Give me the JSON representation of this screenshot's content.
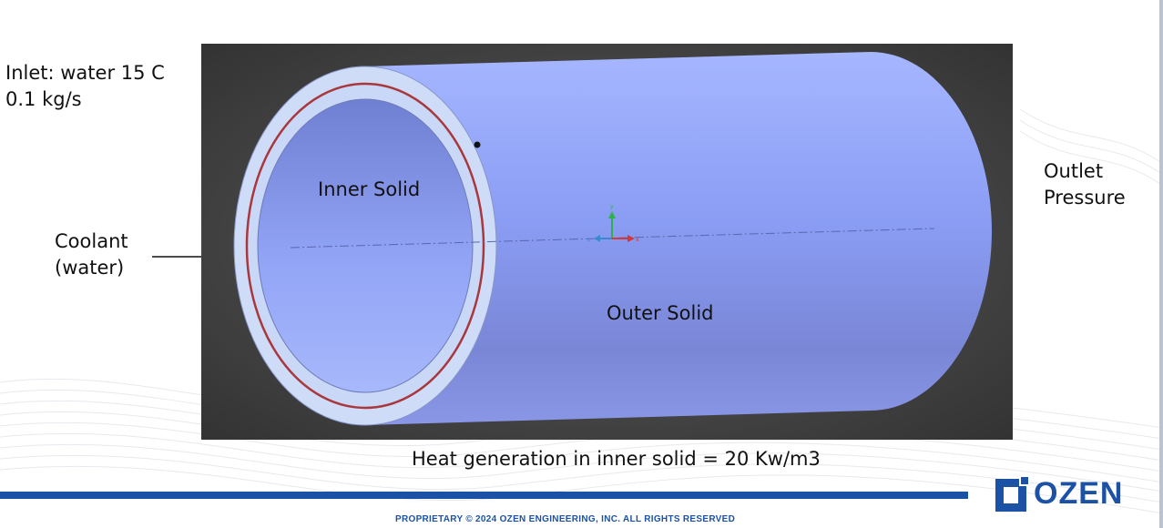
{
  "labels": {
    "inlet_line1": "Inlet: water 15 C",
    "inlet_line2": "0.1 kg/s",
    "coolant_line1": "Coolant",
    "coolant_line2": "(water)",
    "outlet_line1": "Outlet",
    "outlet_line2": "Pressure",
    "inner_solid": "Inner Solid",
    "outer_solid": "Outer Solid",
    "heat_generation": "Heat generation in inner solid = 20 Kw/m3"
  },
  "triad": {
    "x_axis": "x",
    "y_axis": "y",
    "z_axis": "z"
  },
  "footer": {
    "copyright": "PROPRIETARY © 2024 OZEN ENGINEERING, INC.  ALL RIGHTS RESERVED",
    "logo_text": "OZEN"
  },
  "colors": {
    "brand_blue": "#1b52a6",
    "viewport_bg": "#3a3a3a",
    "cylinder_fill": "#8b9ef0",
    "ring_fill": "#cddcf8",
    "interface_red": "#a63a3a"
  }
}
